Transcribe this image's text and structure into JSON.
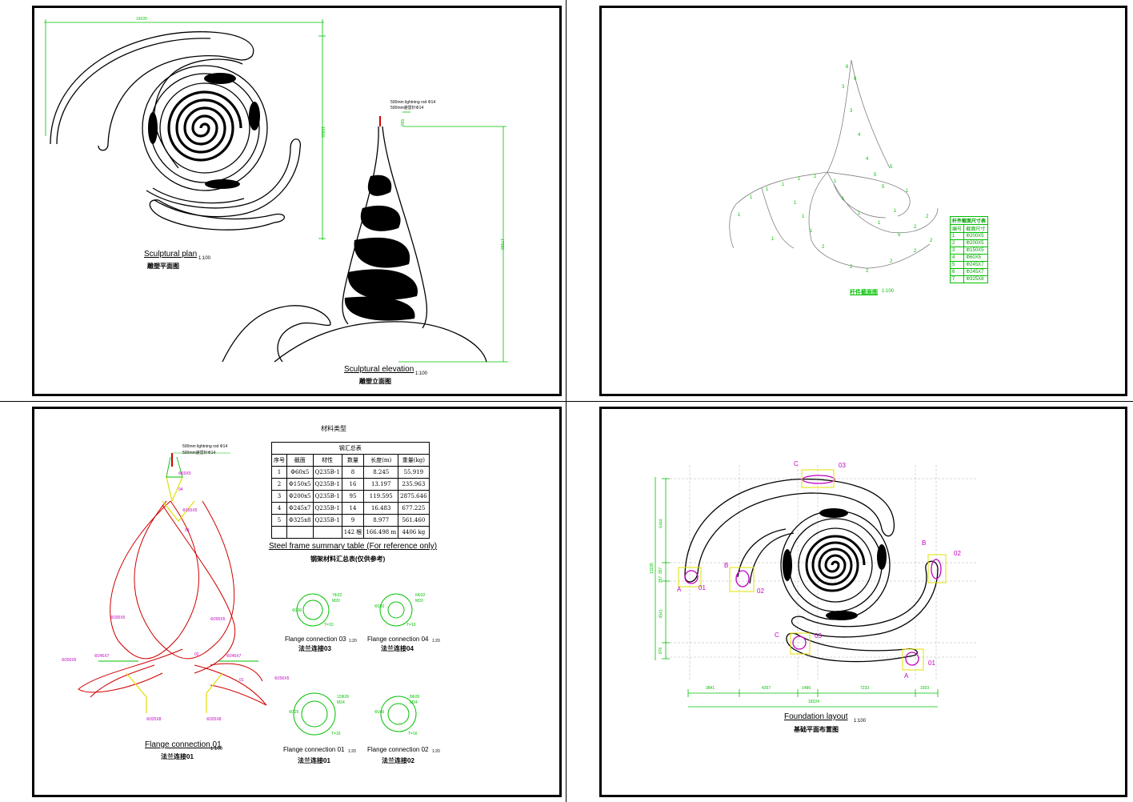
{
  "sheets": {
    "plan": {
      "width_dim": "19220",
      "height_dim": "16915",
      "title_en": "Sculptural plan",
      "title_cn": "雕塑平面图",
      "scale": "1:100"
    },
    "elevation": {
      "rod_note_en": "500mm lightning rod Φ14",
      "rod_note_cn": "500mm避雷针Φ14",
      "rod_dim": "500",
      "height_dim": "17389",
      "title_en": "Sculptural elevation",
      "title_cn": "雕塑立面图",
      "scale": "1:100"
    },
    "member_section": {
      "title_cn": "杆件截面图",
      "scale": "1:100",
      "table_title": "杆件截面尺寸表",
      "col_no": "编号",
      "col_size": "截面尺寸",
      "rows": [
        {
          "no": "1",
          "size": "Φ200X5"
        },
        {
          "no": "2",
          "size": "Φ200X5"
        },
        {
          "no": "3",
          "size": "Φ150X5"
        },
        {
          "no": "4",
          "size": "Φ60X5"
        },
        {
          "no": "5",
          "size": "Φ245X7"
        },
        {
          "no": "6",
          "size": "Φ245X7"
        },
        {
          "no": "7",
          "size": "Φ325X8"
        }
      ]
    },
    "flange_structure": {
      "rod_note_en": "500mm lightning rod Φ14",
      "rod_note_cn": "500mm避雷针Φ14",
      "labels": [
        "Φ60X5",
        "04",
        "Φ150X5",
        "03",
        "Φ200X5",
        "Φ200X5",
        "Φ200X5",
        "Φ245X7",
        "02",
        "Φ245X7",
        "01",
        "Φ200X5",
        "Φ325X8",
        "Φ325X8"
      ],
      "title_en": "Flange connection 01",
      "title_cn": "法兰连接01",
      "scale": "1:100"
    },
    "material": {
      "heading": "材料类型",
      "table_caption": "钢汇总表",
      "headers": [
        "序号",
        "截面",
        "材性",
        "数量",
        "长度(m)",
        "重量(kg)"
      ],
      "rows": [
        [
          "1",
          "Φ60x5",
          "Q235B-1",
          "8",
          "8.245",
          "55.919"
        ],
        [
          "2",
          "Φ150x5",
          "Q235B-1",
          "16",
          "13.197",
          "235.963"
        ],
        [
          "3",
          "Φ200x5",
          "Q235B-1",
          "95",
          "119.595",
          "2875.646"
        ],
        [
          "4",
          "Φ245x7",
          "Q235B-1",
          "14",
          "16.483",
          "677.225"
        ],
        [
          "5",
          "Φ325x8",
          "Q235B-1",
          "9",
          "8.977",
          "561.460"
        ],
        [
          "",
          "",
          "",
          "142 根",
          "166.498 m",
          "4406 kg"
        ]
      ],
      "title_en": "Steel frame summary table (For reference only)",
      "title_cn": "钢架材料汇总表(仅供参考)"
    },
    "flanges": [
      {
        "title_en": "Flange connection 03",
        "title_cn": "法兰连接03",
        "scale": "1:20",
        "d": "Φ200",
        "bolt": "7Φ22",
        "m": "M20",
        "t": "T=10"
      },
      {
        "title_en": "Flange connection 04",
        "title_cn": "法兰连接04",
        "scale": "1:20",
        "d": "Φ150",
        "bolt": "6Φ22",
        "m": "M20",
        "t": "T=10"
      },
      {
        "title_en": "Flange connection 01",
        "title_cn": "法兰连接01",
        "scale": "1:20",
        "d": "Φ325",
        "bolt": "12Φ26",
        "m": "M24",
        "t": "T=16"
      },
      {
        "title_en": "Flange connection 02",
        "title_cn": "法兰连接02",
        "scale": "1:20",
        "d": "Φ245",
        "bolt": "8Φ26",
        "m": "M24",
        "t": "T=16"
      }
    ],
    "foundation": {
      "title_en": "Foundation layout",
      "title_cn": "基础平面布置图",
      "scale": "1:100",
      "bottom_dims": [
        "3841",
        "4267",
        "1486",
        "7233",
        "1503"
      ],
      "total_dim": "18324",
      "left_dims": [
        "6444",
        "357",
        "357",
        "4541",
        "976"
      ],
      "left_total": "13226",
      "tags": [
        "C",
        "03",
        "B",
        "02",
        "A",
        "01",
        "B",
        "02",
        "C",
        "03",
        "A",
        "01"
      ]
    }
  },
  "colors": {
    "green": "#00c000",
    "red": "#d00000",
    "magenta": "#c000c0",
    "yellow": "#e0e000",
    "black": "#000000"
  }
}
